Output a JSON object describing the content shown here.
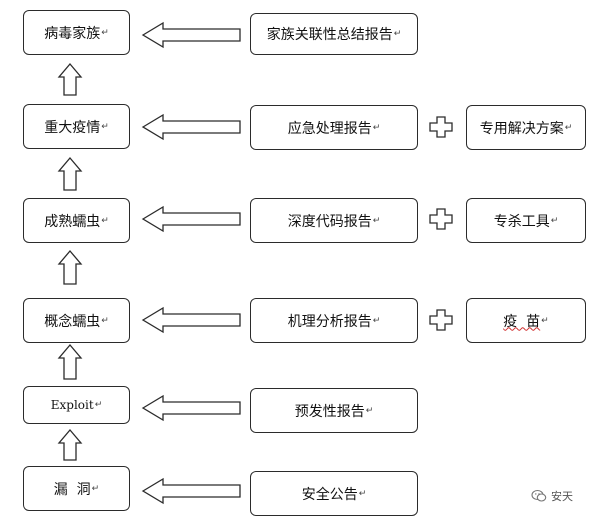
{
  "para_mark": "↵",
  "stages": [
    {
      "id": "family",
      "label": "病毒家族"
    },
    {
      "id": "epidemic",
      "label": "重大疫情"
    },
    {
      "id": "mature-worm",
      "label": "成熟蠕虫"
    },
    {
      "id": "concept-worm",
      "label": "概念蠕虫"
    },
    {
      "id": "exploit",
      "label": "Exploit"
    },
    {
      "id": "vuln",
      "label": "漏  洞"
    }
  ],
  "reports": [
    {
      "id": "family",
      "label": "家族关联性总结报告"
    },
    {
      "id": "emergency",
      "label": "应急处理报告"
    },
    {
      "id": "deep-code",
      "label": "深度代码报告"
    },
    {
      "id": "mechanism",
      "label": "机理分析报告"
    },
    {
      "id": "early-warning",
      "label": "预发性报告"
    },
    {
      "id": "security-bulletin",
      "label": "安全公告"
    }
  ],
  "extras": [
    {
      "id": "dedicated-solution",
      "label": "专用解决方案"
    },
    {
      "id": "removal-tool",
      "label": "专杀工具"
    },
    {
      "id": "vaccine",
      "label": "疫  苗"
    }
  ],
  "watermark": {
    "label": "安天",
    "icon": "wechat-icon"
  },
  "colors": {
    "line": "#2b2b2b",
    "squiggle": "#d03030"
  }
}
